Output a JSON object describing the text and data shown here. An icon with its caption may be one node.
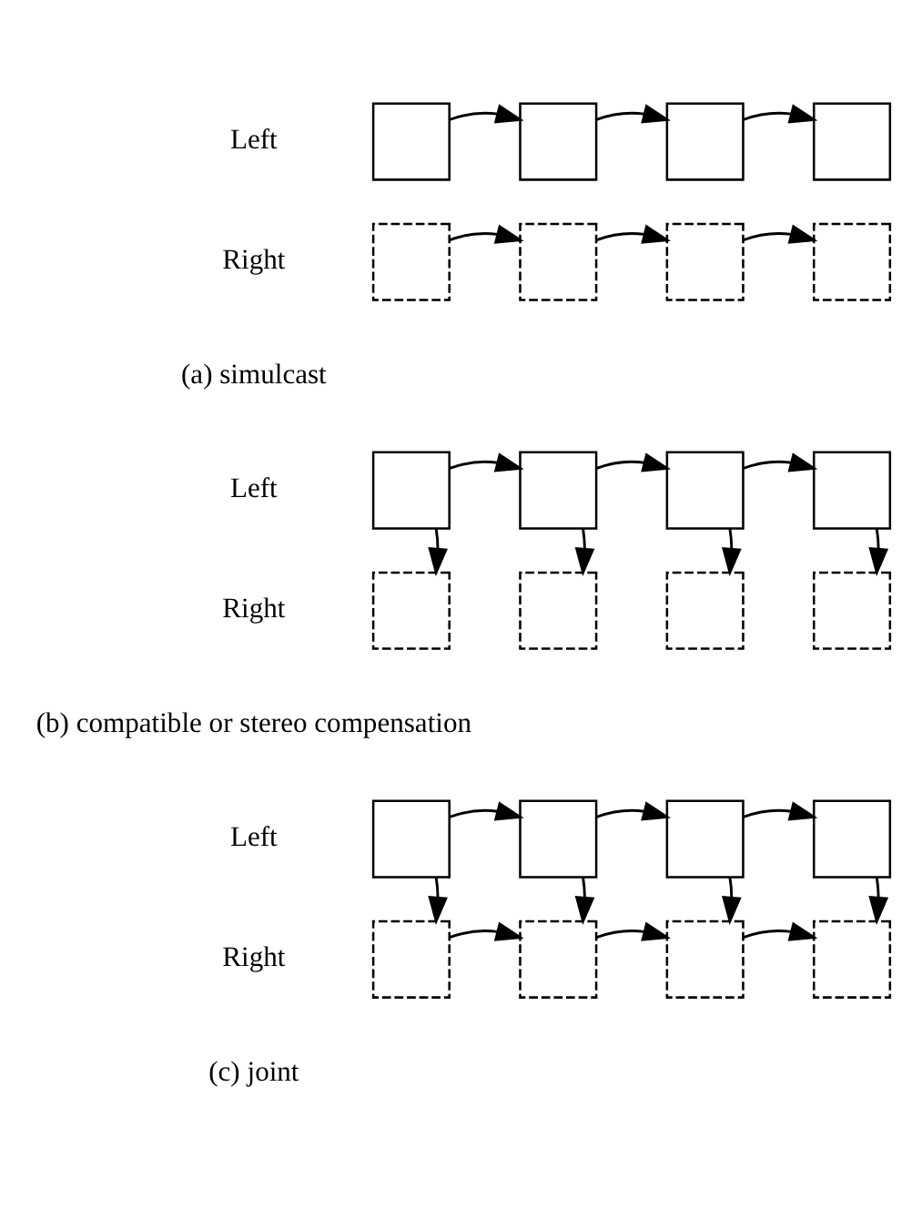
{
  "diagram": {
    "nodes": [
      {
        "text": [],
        "shape": "box"
      },
      {
        "text": [],
        "shape": "box"
      },
      {
        "text": [],
        "shape": "box"
      },
      {
        "text": [],
        "shape": "box"
      },
      {
        "text": [],
        "shape": "box"
      },
      {
        "text": [],
        "shape": "box"
      },
      {
        "text": [],
        "shape": "box"
      },
      {
        "text": [],
        "shape": "box"
      },
      {
        "text": [],
        "shape": "box"
      },
      {
        "text": [],
        "shape": "box"
      },
      {
        "text": [],
        "shape": "box"
      },
      {
        "text": [],
        "shape": "box"
      },
      {
        "text": [],
        "shape": "box"
      },
      {
        "text": [],
        "shape": "box"
      },
      {
        "text": [],
        "shape": "box"
      },
      {
        "text": [],
        "shape": "box"
      },
      {
        "text": [],
        "shape": "box"
      },
      {
        "text": [],
        "shape": "box"
      },
      {
        "text": [],
        "shape": "box"
      },
      {
        "text": [],
        "shape": "box"
      },
      {
        "text": [],
        "shape": "box"
      },
      {
        "text": [],
        "shape": "box"
      },
      {
        "text": [],
        "shape": "box"
      },
      {
        "text": [],
        "shape": "box"
      }
    ],
    "edges": [
      {
        "from": 0,
        "to": 1,
        "arrow": "to"
      },
      {
        "from": 1,
        "to": 2,
        "arrow": "to"
      },
      {
        "from": 2,
        "to": 3,
        "arrow": "to"
      },
      {
        "from": 4,
        "to": 5,
        "arrow": "to"
      },
      {
        "from": 5,
        "to": 6,
        "arrow": "to"
      },
      {
        "from": 6,
        "to": 7,
        "arrow": "to"
      },
      {
        "from": 8,
        "to": 9,
        "arrow": "to"
      },
      {
        "from": 9,
        "to": 10,
        "arrow": "to"
      },
      {
        "from": 10,
        "to": 11,
        "arrow": "to"
      },
      {
        "from": 8,
        "to": 12,
        "arrow": "to"
      },
      {
        "from": 9,
        "to": 13,
        "arrow": "to"
      },
      {
        "from": 10,
        "to": 14,
        "arrow": "to"
      },
      {
        "from": 11,
        "to": 15,
        "arrow": "to"
      },
      {
        "from": 16,
        "to": 17,
        "arrow": "to"
      },
      {
        "from": 17,
        "to": 18,
        "arrow": "to"
      },
      {
        "from": 18,
        "to": 19,
        "arrow": "to"
      },
      {
        "from": 16,
        "to": 20,
        "arrow": "to"
      },
      {
        "from": 17,
        "to": 21,
        "arrow": "to"
      },
      {
        "from": 18,
        "to": 22,
        "arrow": "to"
      },
      {
        "from": 19,
        "to": 23,
        "arrow": "to"
      },
      {
        "from": 20,
        "to": 21,
        "arrow": "to"
      },
      {
        "from": 21,
        "to": 22,
        "arrow": "to"
      },
      {
        "from": 22,
        "to": 23,
        "arrow": "to"
      }
    ],
    "labels": [
      "Left",
      "Right",
      "(a) simulcast",
      "Left",
      "Right",
      "(b) compatible or stereo compensation",
      "Left",
      "Right",
      "(c) joint"
    ]
  }
}
